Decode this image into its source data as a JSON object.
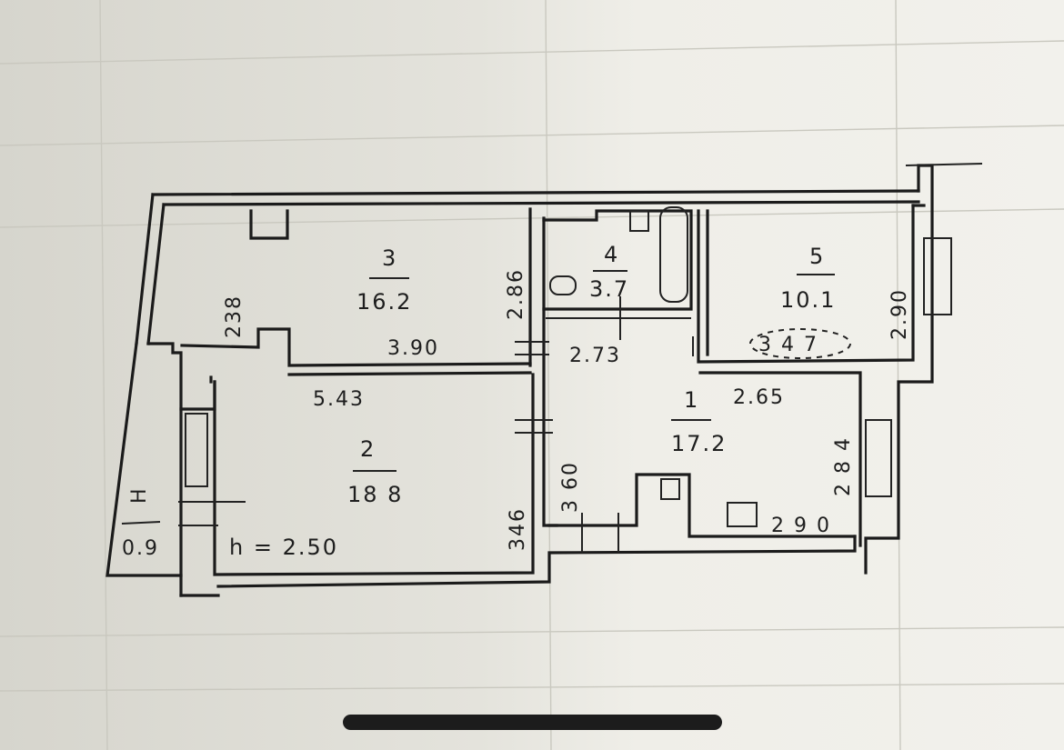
{
  "plan": {
    "rooms": [
      {
        "number": "1",
        "area": "17.2"
      },
      {
        "number": "2",
        "area": "18 8"
      },
      {
        "number": "3",
        "area": "16.2"
      },
      {
        "number": "4",
        "area": "3.7"
      },
      {
        "number": "5",
        "area": "10.1"
      },
      {
        "number": "H",
        "area": "0.9"
      }
    ],
    "dimensions": {
      "d_238": "238",
      "d_390": "3.90",
      "d_286": "2.86",
      "d_543": "5.43",
      "d_273": "2.73",
      "d_347": "3 4 7",
      "d_265": "2.65",
      "d_290_room5": "2.90",
      "d_284": "2 8 4",
      "d_360": "3 60",
      "d_346": "346",
      "d_290_kitchen": "2 9 0"
    },
    "ceiling_height": "h = 2.50"
  },
  "colors": {
    "paper": "#e9e8e1",
    "ink": "#1b1b1b",
    "grid": "#c9c8bf"
  }
}
